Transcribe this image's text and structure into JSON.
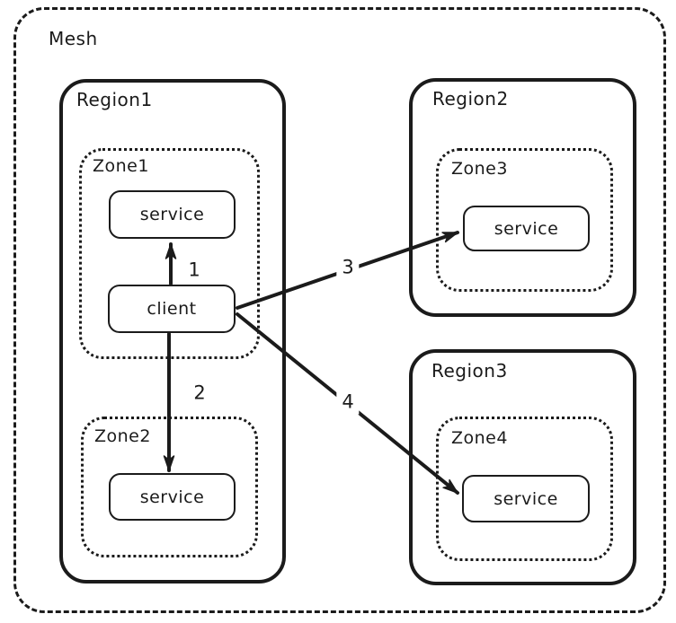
{
  "diagram": {
    "mesh": {
      "label": "Mesh"
    },
    "regions": [
      {
        "label": "Region1",
        "zones": [
          {
            "label": "Zone1",
            "nodes": [
              {
                "label": "service"
              },
              {
                "label": "client"
              }
            ]
          },
          {
            "label": "Zone2",
            "nodes": [
              {
                "label": "service"
              }
            ]
          }
        ]
      },
      {
        "label": "Region2",
        "zones": [
          {
            "label": "Zone3",
            "nodes": [
              {
                "label": "service"
              }
            ]
          }
        ]
      },
      {
        "label": "Region3",
        "zones": [
          {
            "label": "Zone4",
            "nodes": [
              {
                "label": "service"
              }
            ]
          }
        ]
      }
    ],
    "edges": [
      {
        "label": "1",
        "from": "client",
        "to": "service in Zone1"
      },
      {
        "label": "2",
        "from": "client",
        "to": "service in Zone2"
      },
      {
        "label": "3",
        "from": "client",
        "to": "service in Zone3"
      },
      {
        "label": "4",
        "from": "client",
        "to": "service in Zone4"
      }
    ],
    "colors": {
      "stroke": "#1b1b1b",
      "background": "#ffffff"
    }
  }
}
